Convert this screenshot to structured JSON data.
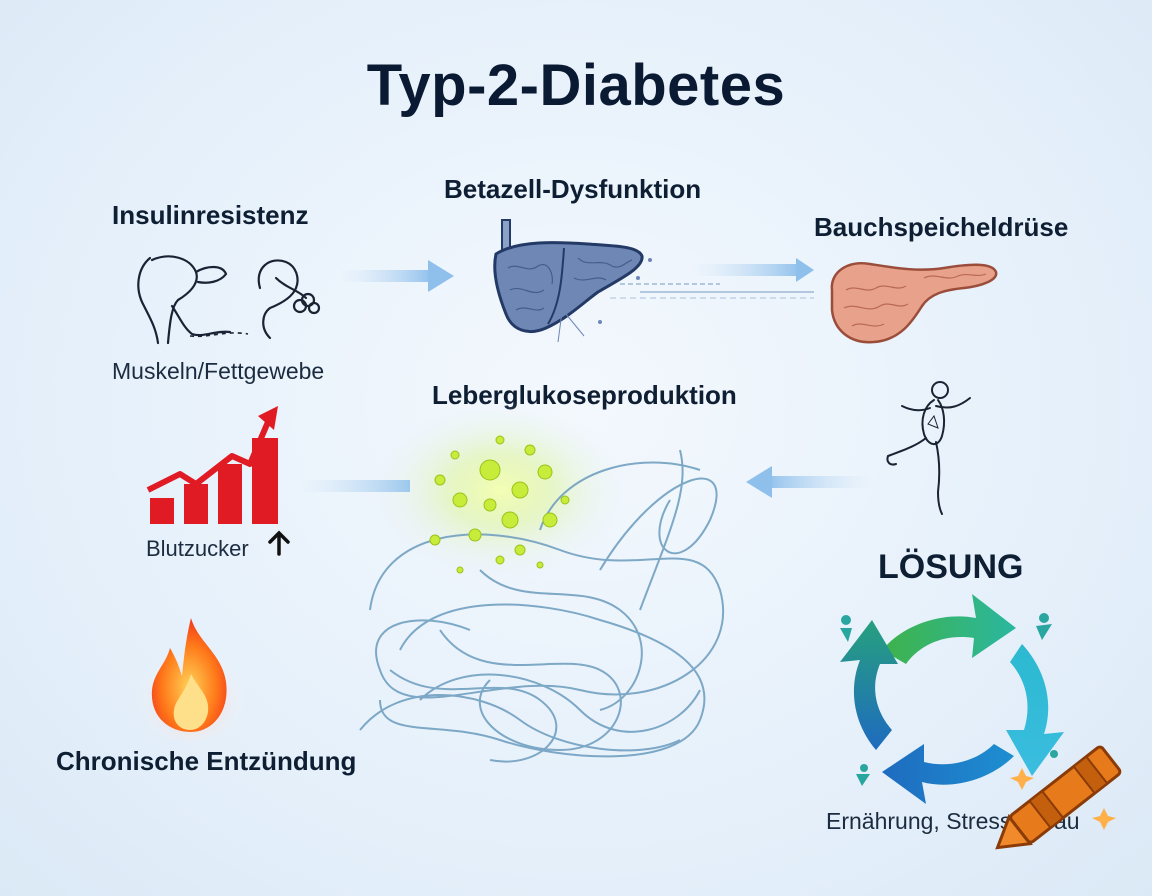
{
  "title": "Typ-2-Diabetes",
  "nodes": {
    "insulinresistenz": {
      "label": "Insulinresistenz",
      "sublabel": "Muskeln/Fettgewebe"
    },
    "betazell": {
      "label": "Betazell-Dysfunktion"
    },
    "pankreas": {
      "label": "Bauchspeicheldrüse"
    },
    "leber": {
      "label": "Leberglukoseproduktion"
    },
    "blutzucker": {
      "label": "Blutzucker"
    },
    "entzuendung": {
      "label": "Chronische Entzündung"
    },
    "loesung": {
      "label": "LÖSUNG",
      "sublabel": "Ernährung, Stress",
      "sublabel_tail": "au"
    }
  },
  "icons": [
    "muscle-fat-icon",
    "liver-icon",
    "pancreas-icon",
    "rising-bar-chart-icon",
    "up-arrow-icon",
    "flame-icon",
    "exercise-figure-icon",
    "cycle-arrows-icon",
    "tangled-vessels-icon",
    "glucose-particles-icon",
    "crayon-icon"
  ],
  "colors": {
    "title": "#0b1a33",
    "arrow": "#8fc0ec",
    "bar_red": "#e01b24",
    "pancreas": "#e8a18a",
    "liver": "#6e87b5",
    "cycle_green": "#3fb24a",
    "cycle_blue": "#1e6bbf",
    "cycle_cyan": "#3bbde0",
    "glucose": "#c7ec3a"
  }
}
